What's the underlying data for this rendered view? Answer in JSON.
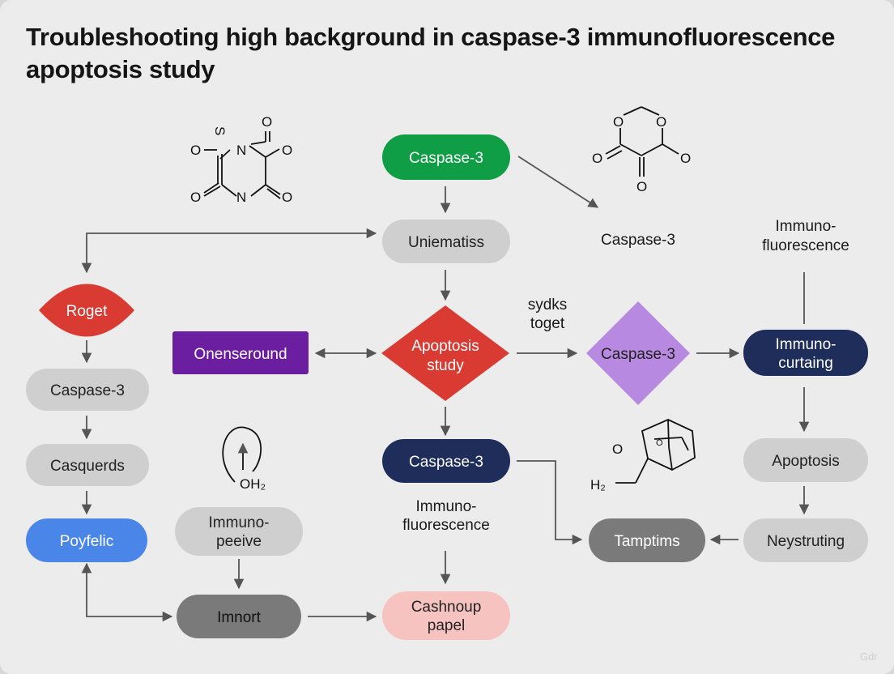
{
  "title": "Troubleshooting high background in caspase-3 immunofluorescence apoptosis study",
  "colors": {
    "green": "#0f9d45",
    "gray_light": "#cfcfcf",
    "gray_dark": "#7a7a7a",
    "red": "#d93a32",
    "purple": "#6b1fa0",
    "lavender": "#b889e0",
    "navy": "#1e2d5a",
    "blue": "#4a86e8",
    "pink": "#f7c3c0",
    "arrow": "#555555"
  },
  "nodes": {
    "caspase_top": "Caspase-3",
    "uniematiss": "Uniematiss",
    "roget": "Roget",
    "caspase_left": "Caspase-3",
    "casquerds": "Casquerds",
    "poyfelic": "Poyfelic",
    "onenseround": "Onenseround",
    "apoptosis_study_line1": "Apoptosis",
    "apoptosis_study_line2": "study",
    "caspase_diamond": "Caspase-3",
    "immuno_curtaing_line1": "Immuno-",
    "immuno_curtaing_line2": "curtaing",
    "caspase_navy": "Caspase-3",
    "immuno_peeive_line1": "Immuno-",
    "immuno_peeive_line2": "peeive",
    "imnort": "Imnort",
    "cashnoup_line1": "Cashnoup",
    "cashnoup_line2": "papel",
    "apoptosis_right": "Apoptosis",
    "neystruting": "Neystruting",
    "tamptims": "Tamptims"
  },
  "labels": {
    "caspase_float": "Caspase-3",
    "immuno_fluor_right_line1": "Immuno-",
    "immuno_fluor_right_line2": "fluorescence",
    "sydks_line1": "sydks",
    "sydks_line2": "toget",
    "immuno_fluor_center_line1": "Immuno-",
    "immuno_fluor_center_line2": "fluorescence"
  },
  "chem": {
    "mol1_o_left": "O",
    "mol1_n_top": "N",
    "mol1_o_top": "O",
    "mol1_o_right": "O",
    "mol1_o_bottom_left": "O",
    "mol1_n_bottom": "N",
    "mol1_o_bottom_right": "O",
    "mol1_s": "S",
    "mol2_o_ring_left": "O",
    "mol2_o_ring_right": "O",
    "mol2_o_left": "O",
    "mol2_o_right": "O",
    "mol2_o_bottom": "O",
    "mol3_oh2": "OH₂",
    "mol4_o": "O",
    "mol4_h2": "H₂"
  },
  "watermark": "Gdr"
}
